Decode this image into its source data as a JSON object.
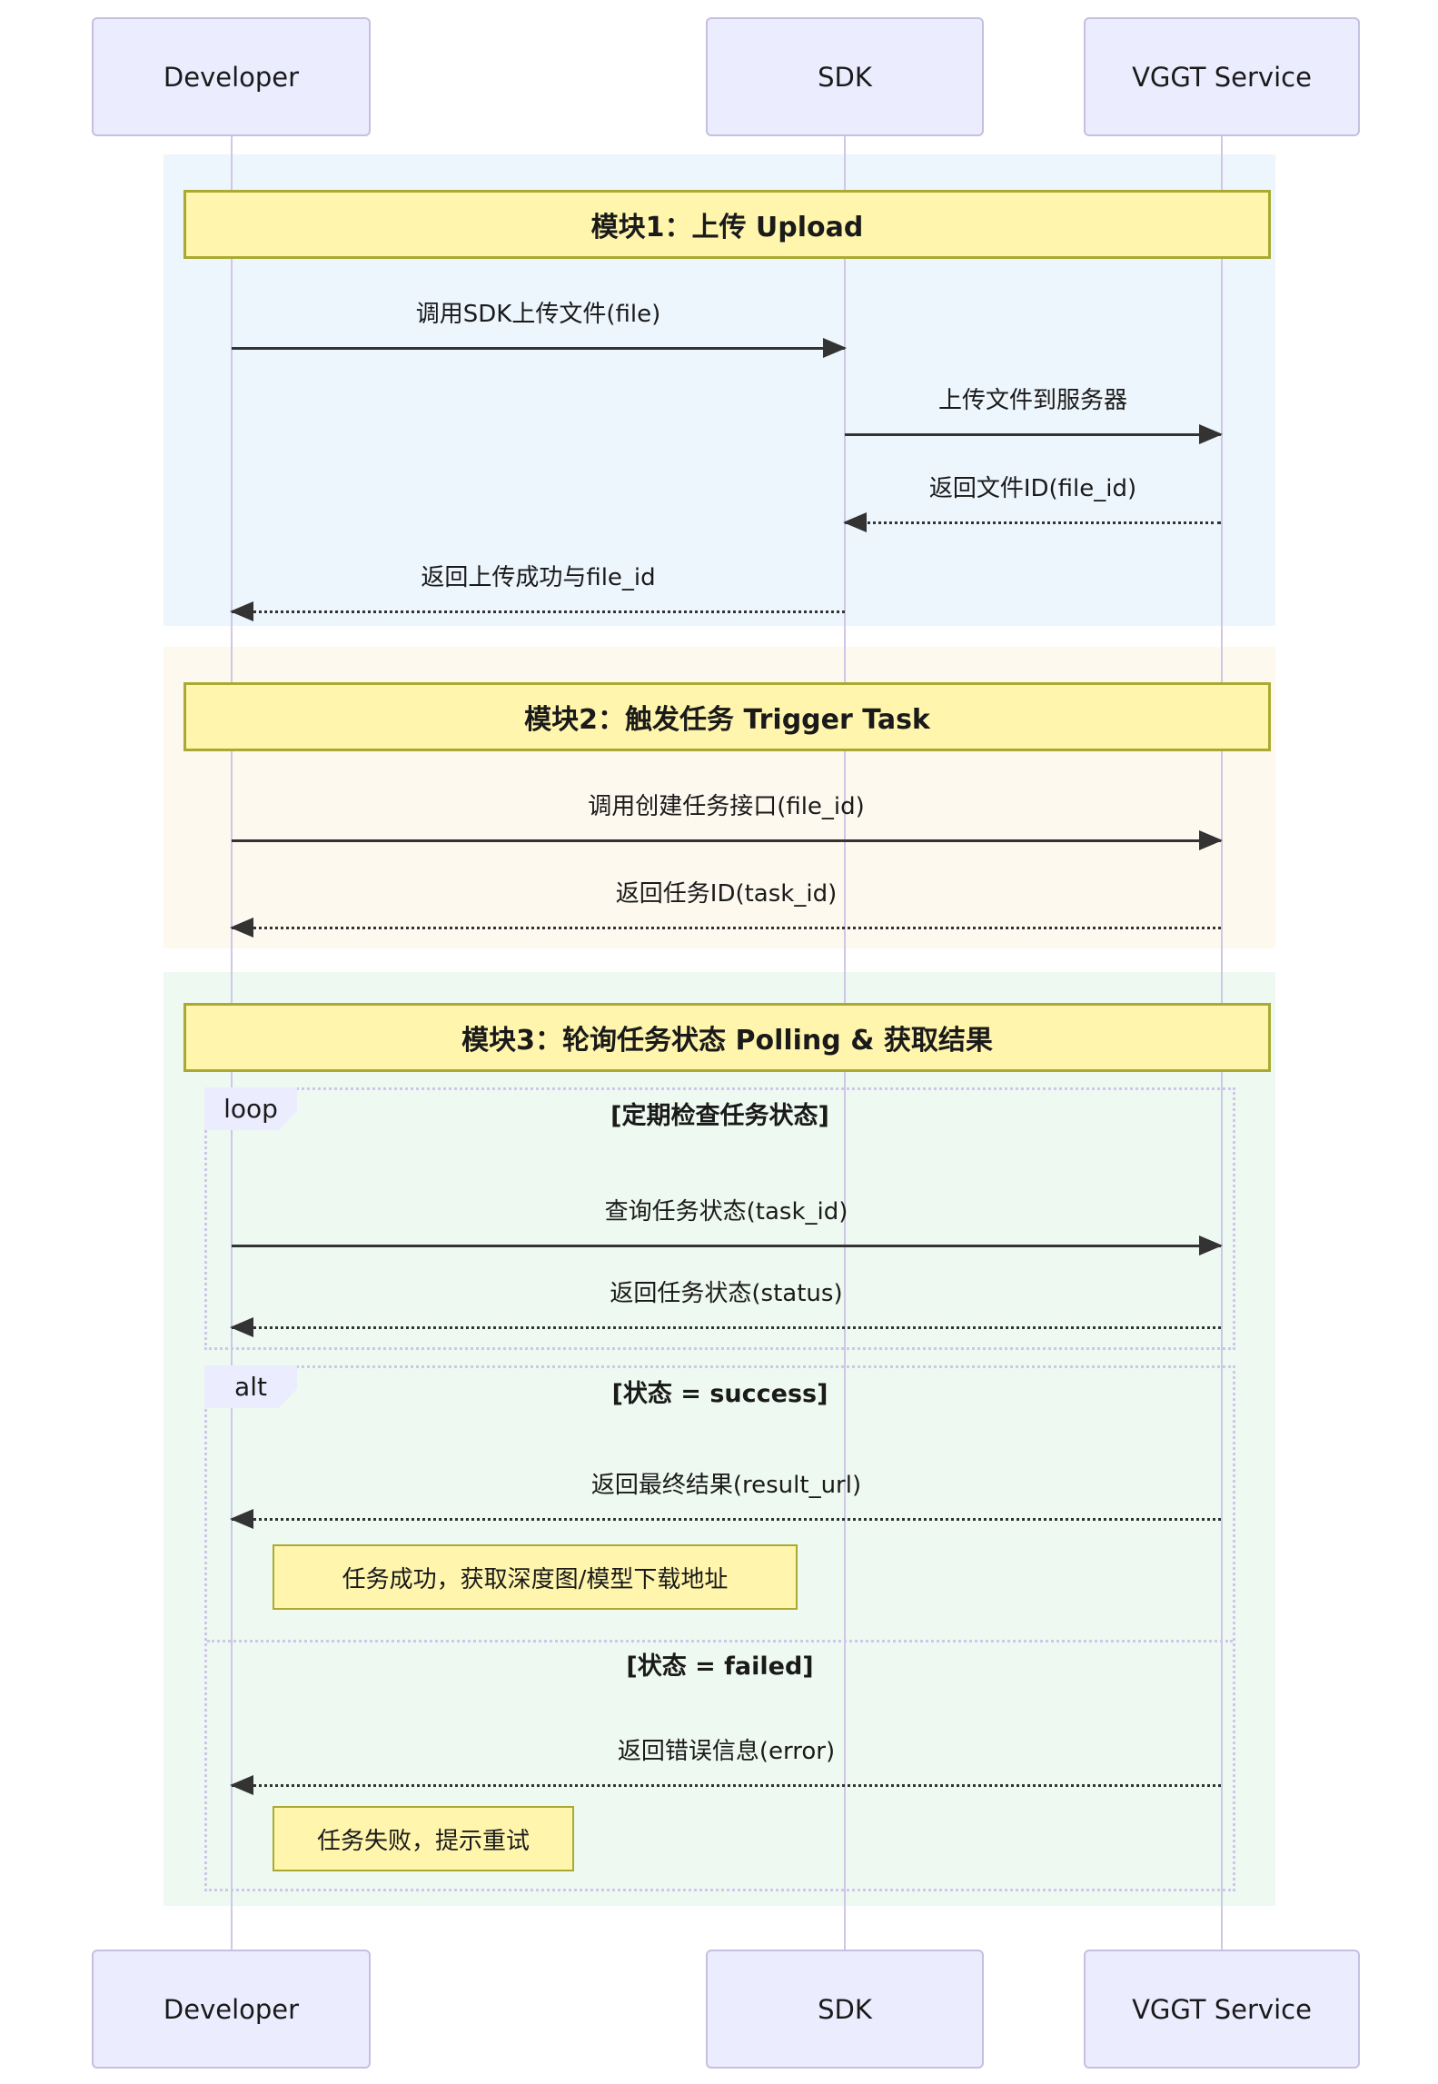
{
  "diagram": {
    "type": "sequence-diagram",
    "actors": [
      {
        "id": "developer",
        "label": "Developer"
      },
      {
        "id": "sdk",
        "label": "SDK"
      },
      {
        "id": "vggt",
        "label": "VGGT Service"
      }
    ],
    "modules": [
      {
        "title": "模块1：上传 Upload"
      },
      {
        "title": "模块2：触发任务 Trigger Task"
      },
      {
        "title": "模块3：轮询任务状态 Polling & 获取结果"
      }
    ],
    "messages": [
      {
        "label": "调用SDK上传文件(file)",
        "from": "Developer",
        "to": "SDK",
        "style": "solid"
      },
      {
        "label": "上传文件到服务器",
        "from": "SDK",
        "to": "VGGT Service",
        "style": "solid"
      },
      {
        "label": "返回文件ID(file_id)",
        "from": "VGGT Service",
        "to": "SDK",
        "style": "dashed"
      },
      {
        "label": "返回上传成功与file_id",
        "from": "SDK",
        "to": "Developer",
        "style": "dashed"
      },
      {
        "label": "调用创建任务接口(file_id)",
        "from": "Developer",
        "to": "VGGT Service",
        "style": "solid"
      },
      {
        "label": "返回任务ID(task_id)",
        "from": "VGGT Service",
        "to": "Developer",
        "style": "dashed"
      },
      {
        "label": "查询任务状态(task_id)",
        "from": "Developer",
        "to": "VGGT Service",
        "style": "solid"
      },
      {
        "label": "返回任务状态(status)",
        "from": "VGGT Service",
        "to": "Developer",
        "style": "dashed"
      },
      {
        "label": "返回最终结果(result_url)",
        "from": "VGGT Service",
        "to": "Developer",
        "style": "dashed"
      },
      {
        "label": "返回错误信息(error)",
        "from": "VGGT Service",
        "to": "Developer",
        "style": "dashed"
      }
    ],
    "fragments": [
      {
        "operator": "loop",
        "condition": "[定期检查任务状态]"
      },
      {
        "operator": "alt",
        "conditions": [
          "[状态 = success]",
          "[状态 = failed]"
        ]
      }
    ],
    "notes": [
      {
        "text": "任务成功，获取深度图/模型下载地址"
      },
      {
        "text": "任务失败，提示重试"
      }
    ],
    "colors": {
      "actor_fill": "#ECECFF",
      "actor_border": "#c5c0e0",
      "module1_bg": "#edf5fd",
      "module2_bg": "#fdf9ef",
      "module3_bg": "#eef9f1",
      "title_fill": "#fff5ad",
      "title_border": "#aaaa33",
      "note_fill": "#fff5ad",
      "note_border": "#aaaa33",
      "lifeline": "#cfc7e6",
      "fragment_border": "#cfc7ea",
      "arrow": "#333333"
    }
  }
}
